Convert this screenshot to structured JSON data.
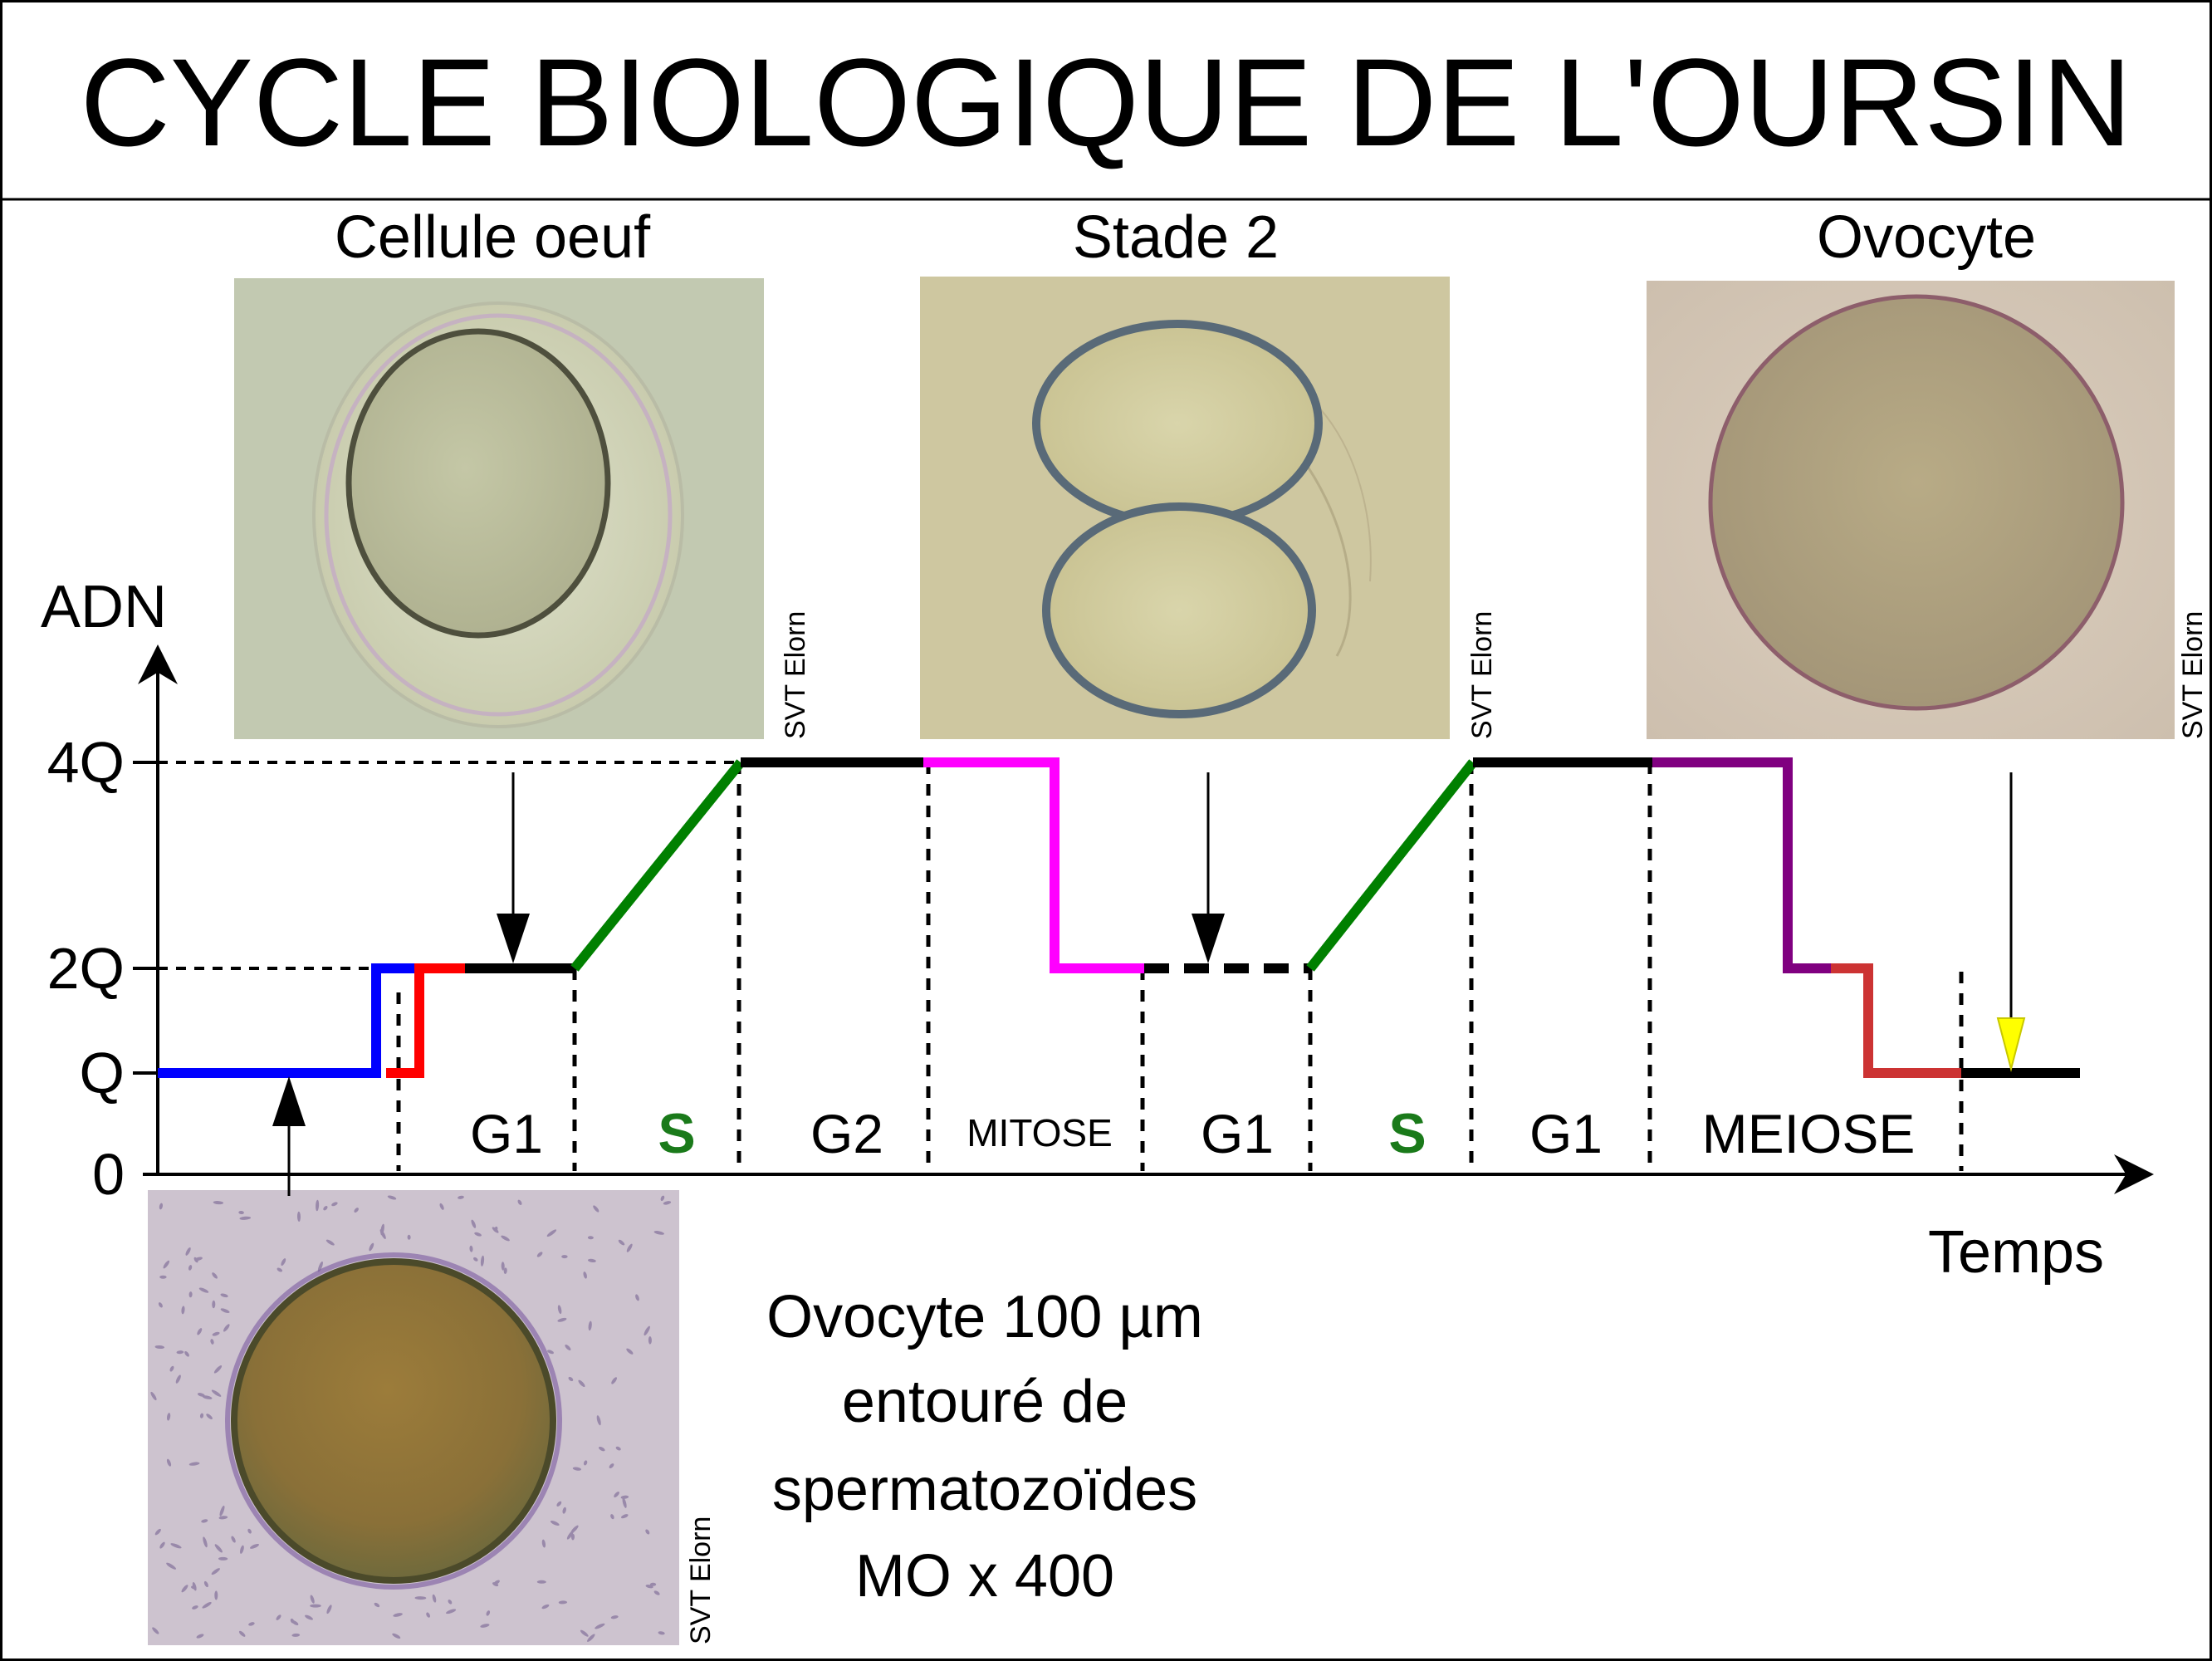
{
  "title": "CYCLE BIOLOGIQUE DE L'OURSIN",
  "photos": {
    "egg_label": "Cellule oeuf",
    "stage2_label": "Stade 2",
    "oocyte_label": "Ovocyte",
    "credit": "SVT Elorn"
  },
  "axes": {
    "y_label": "ADN",
    "x_label": "Temps",
    "y_ticks": [
      "4Q",
      "2Q",
      "Q",
      "0"
    ]
  },
  "phases": [
    "G1",
    "S",
    "G2",
    "MITOSE",
    "G1",
    "S",
    "G1",
    "MEIOSE"
  ],
  "caption": {
    "line1": "Ovocyte 100 µm",
    "line2": "entouré de",
    "line3": "spermatozoïdes",
    "line4": "MO x 400"
  },
  "colors": {
    "sperm_dna": "#0000ff",
    "oocyte_dna": "#ff0000",
    "synthesis": "#008000",
    "mitosis": "#ff00ff",
    "meiosis_1": "#800080",
    "meiosis_2": "#cc3333",
    "fertilization_arrow": "#ffff00",
    "s_phase_label": "#1a7a1a"
  }
}
